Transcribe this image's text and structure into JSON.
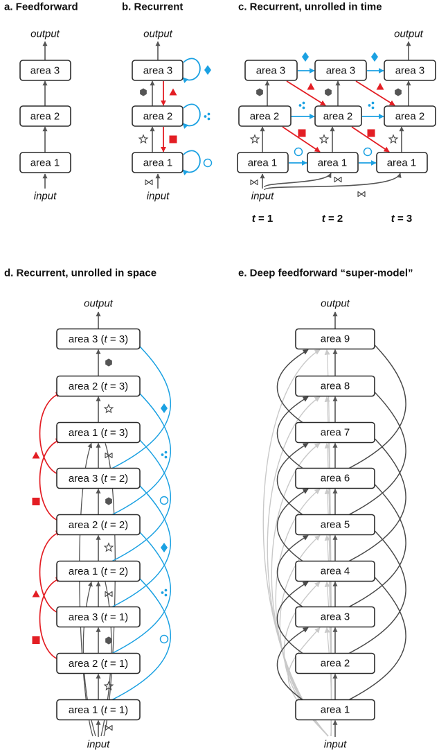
{
  "panels": {
    "a": {
      "title": "a. Feedforward",
      "areas": [
        "area 1",
        "area 2",
        "area 3"
      ],
      "input": "input",
      "output": "output"
    },
    "b": {
      "title": "b. Recurrent",
      "areas": [
        "area 1",
        "area 2",
        "area 3"
      ],
      "input": "input",
      "output": "output"
    },
    "c": {
      "title": "c. Recurrent, unrolled in time",
      "areas": [
        "area 1",
        "area 2",
        "area 3"
      ],
      "input": "input",
      "output": "output",
      "time_labels": [
        {
          "var": "t",
          "text": " = 1"
        },
        {
          "var": "t",
          "text": " = 2"
        },
        {
          "var": "t",
          "text": " = 3"
        }
      ]
    },
    "d": {
      "title": "d. Recurrent, unrolled in space",
      "input": "input",
      "output": "output",
      "nodes": [
        {
          "area": "area 1",
          "t": "1"
        },
        {
          "area": "area 2",
          "t": "1"
        },
        {
          "area": "area 3",
          "t": "1"
        },
        {
          "area": "area 1",
          "t": "2"
        },
        {
          "area": "area 2",
          "t": "2"
        },
        {
          "area": "area 3",
          "t": "2"
        },
        {
          "area": "area 1",
          "t": "3"
        },
        {
          "area": "area 2",
          "t": "3"
        },
        {
          "area": "area 3",
          "t": "3"
        }
      ]
    },
    "e": {
      "title": "e. Deep feedforward “super-model”",
      "input": "input",
      "output": "output",
      "nodes": [
        "area 1",
        "area 2",
        "area 3",
        "area 4",
        "area 5",
        "area 6",
        "area 7",
        "area 8",
        "area 9"
      ]
    }
  },
  "legend_symbols": {
    "feedforward_1_2": "star",
    "feedforward_2_3": "hexagon",
    "input": "bowtie",
    "topdown_2_1": "square",
    "topdown_3_2": "triangle",
    "lateral_1": "circle",
    "lateral_2": "dots",
    "lateral_3": "diamond"
  },
  "colors": {
    "feedforward": "#555555",
    "topdown": "#e31e24",
    "lateral": "#1ba1e2",
    "skip": "#c9c9c9"
  }
}
